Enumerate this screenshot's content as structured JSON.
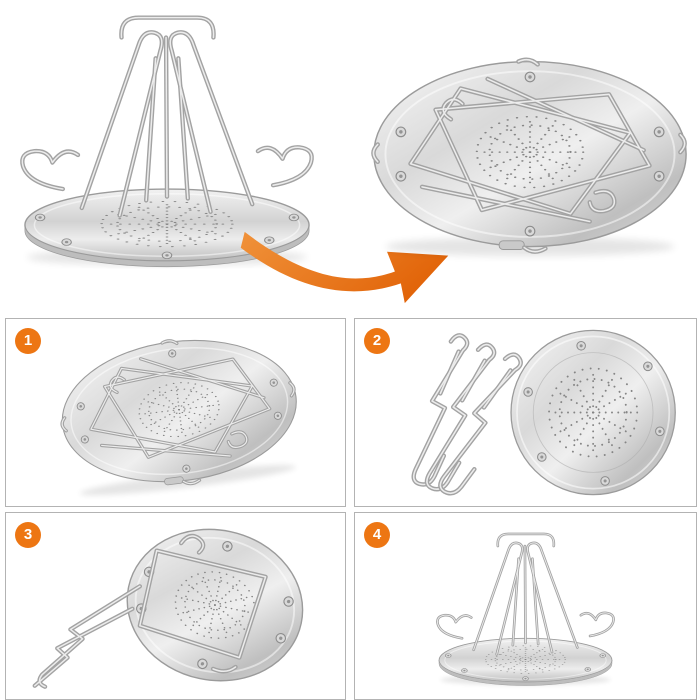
{
  "hero": {
    "arrow_icon": "curved-transform-arrow",
    "arrow_color": "#ED7613",
    "left_photo": "assembled-camping-toaster",
    "right_photo": "folded-flat-toaster-plate"
  },
  "steps": [
    {
      "number": "1",
      "photo": "toaster-folded-flat"
    },
    {
      "number": "2",
      "photo": "base-plate-with-wire-frames-detached"
    },
    {
      "number": "3",
      "photo": "wire-frames-partially-attached"
    },
    {
      "number": "4",
      "photo": "toaster-fully-assembled"
    }
  ],
  "colors": {
    "background": "#ffffff",
    "badge_orange": "#ED7613",
    "panel_border": "#b3b3b3",
    "steel_light": "#f4f4f4",
    "steel_mid": "#cfcfcf",
    "steel_dark": "#8f8f8f",
    "perforation_gray": "#858585"
  }
}
